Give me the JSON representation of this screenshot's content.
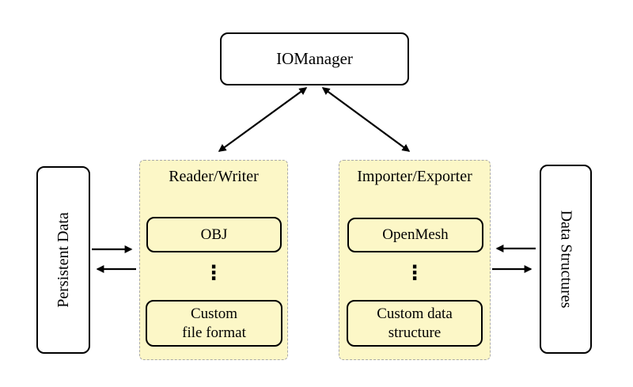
{
  "nodes": {
    "io_manager": {
      "label": "IOManager"
    },
    "persistent_data": {
      "label": "Persistent Data",
      "orientation": "vertical-bottom-to-top"
    },
    "data_structures": {
      "label": "Data Structures",
      "orientation": "vertical-top-to-bottom"
    }
  },
  "groups": {
    "reader_writer": {
      "title": "Reader/Writer",
      "top_item": "OBJ",
      "ellipsis": "⋮",
      "bottom_item_line1": "Custom",
      "bottom_item_line2": "file format"
    },
    "importer_exporter": {
      "title": "Importer/Exporter",
      "top_item": "OpenMesh",
      "ellipsis": "⋮",
      "bottom_item_line1": "Custom data",
      "bottom_item_line2": "structure"
    }
  },
  "connections": [
    {
      "from": "IOManager",
      "to": "Reader/Writer",
      "style": "double-headed"
    },
    {
      "from": "IOManager",
      "to": "Importer/Exporter",
      "style": "double-headed"
    },
    {
      "from": "Persistent Data",
      "to": "Reader/Writer",
      "style": "single"
    },
    {
      "from": "Reader/Writer",
      "to": "Persistent Data",
      "style": "single"
    },
    {
      "from": "Data Structures",
      "to": "Importer/Exporter",
      "style": "single"
    },
    {
      "from": "Importer/Exporter",
      "to": "Data Structures",
      "style": "single"
    }
  ],
  "colors": {
    "background": "#ffffff",
    "group_fill": "#fcf7c7",
    "group_border": "#a9a9a9",
    "node_fill": "#ffffff",
    "node_border": "#000000",
    "arrow": "#000000",
    "text": "#000000"
  }
}
